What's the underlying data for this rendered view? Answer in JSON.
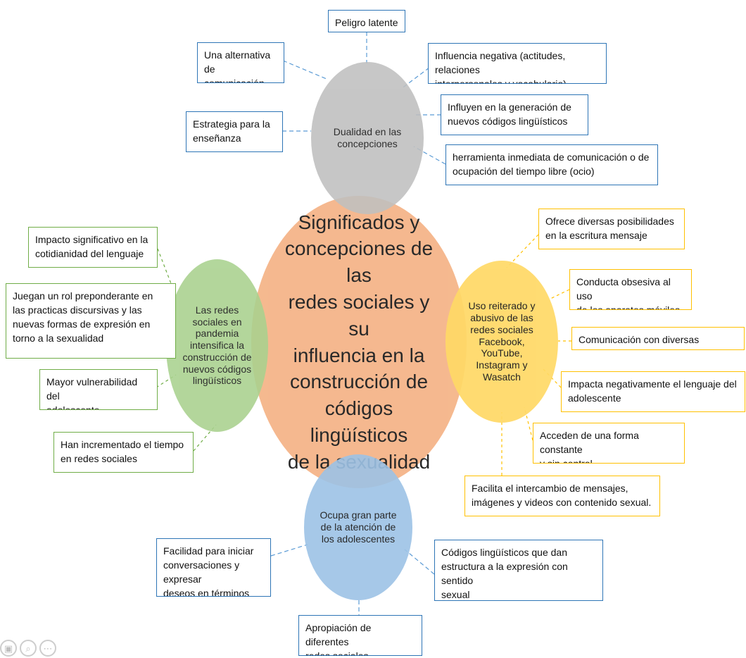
{
  "center": {
    "text": "Significados y\nconcepciones de las\nredes sociales y su\ninfluencia en la\nconstrucción de\ncódigos lingüísticos\nde la sexualidad"
  },
  "top_circle": {
    "text": "Dualidad en las concepciones"
  },
  "left_circle": {
    "text": "Las redes sociales en pandemia intensifica la construcción de nuevos códigos lingüísticos"
  },
  "right_circle": {
    "text": "Uso reiterado y abusivo de las redes sociales Facebook, YouTube, Instagram y Wasatch"
  },
  "bottom_circle": {
    "text": "Ocupa gran parte de la atención de los adolescentes"
  },
  "top_boxes": [
    {
      "text": "Peligro latente"
    },
    {
      "text": "Una alternativa de\ncomunicación"
    },
    {
      "text": "Influencia negativa (actitudes, relaciones\ninterpersonales y vocabulario)"
    },
    {
      "text": "Estrategia para la\nenseñanza"
    },
    {
      "text": "Influyen en la generación de\nnuevos códigos lingüísticos"
    },
    {
      "text": "herramienta inmediata de comunicación o de\nocupación del tiempo libre (ocio)"
    }
  ],
  "left_boxes": [
    {
      "text": "Impacto significativo en la\ncotidianidad del lenguaje"
    },
    {
      "text": "Juegan un rol preponderante en\nlas practicas discursivas y las\nnuevas formas de expresión en\ntorno a la sexualidad"
    },
    {
      "text": "Mayor vulnerabilidad del\nadolescente"
    },
    {
      "text": "Han incrementado el tiempo\nen redes sociales"
    }
  ],
  "right_boxes": [
    {
      "text": "Ofrece diversas posibilidades\nen la escritura mensaje"
    },
    {
      "text": "Conducta obsesiva al uso\nde los aparatos móviles"
    },
    {
      "text": "Comunicación con diversas personas."
    },
    {
      "text": "Impacta negativamente el lenguaje del\nadolescente"
    },
    {
      "text": "Acceden de una forma constante\ny sin control"
    },
    {
      "text": "Facilita el intercambio de mensajes,\nimágenes y videos con contenido sexual."
    }
  ],
  "bottom_boxes": [
    {
      "text": "Facilidad para iniciar\nconversaciones y expresar\ndeseos en términos sexuales"
    },
    {
      "text": "Códigos lingüísticos que dan\nestructura a la expresión con sentido\nsexual"
    },
    {
      "text": "Apropiación de diferentes\nredes sociales"
    }
  ],
  "colors": {
    "center_fill": "#f4b183",
    "top_fill": "#bfbfbf",
    "left_fill": "#a9d18e",
    "right_fill": "#ffd966",
    "bottom_fill": "#9dc3e6",
    "blue_border": "#2e75b6",
    "green_border": "#70ad47",
    "yellow_border": "#ffc000"
  },
  "bottom_icons": [
    {
      "name": "image-icon"
    },
    {
      "name": "zoom-icon"
    },
    {
      "name": "more-icon"
    }
  ]
}
